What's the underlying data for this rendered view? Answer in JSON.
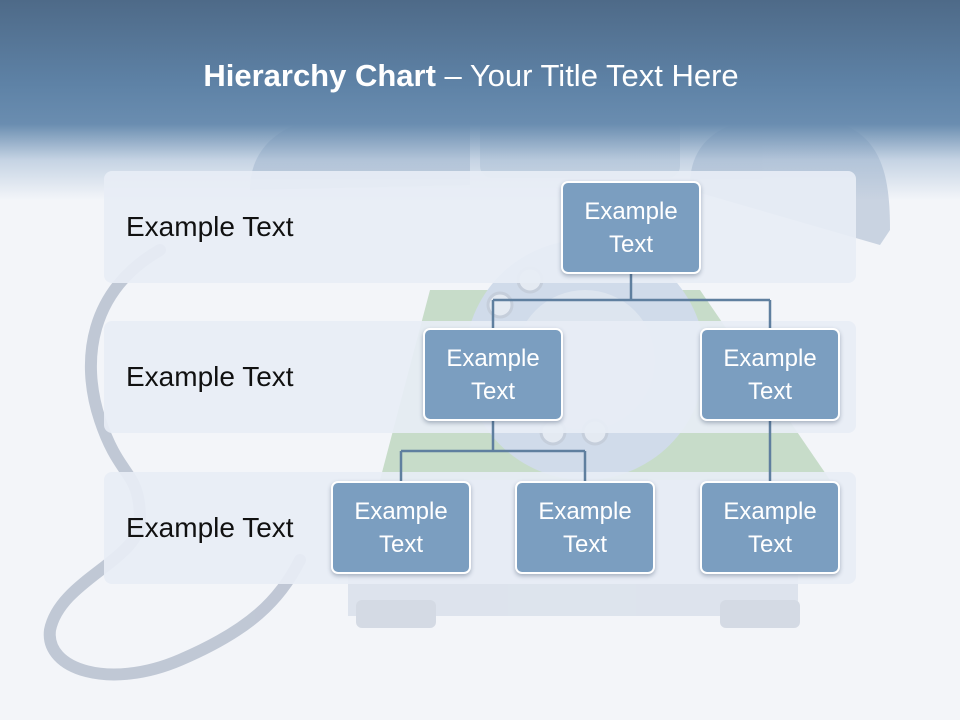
{
  "slide": {
    "title_bold": "Hierarchy Chart",
    "title_rest": " – Your Title Text Here"
  },
  "levels": [
    {
      "label": "Example Text"
    },
    {
      "label": "Example Text"
    },
    {
      "label": "Example Text"
    }
  ],
  "nodes": {
    "root": "Example Text",
    "level2_left": "Example Text",
    "level2_right": "Example Text",
    "level3_left": "Example Text",
    "level3_middle": "Example Text",
    "level3_right": "Example Text"
  },
  "colors": {
    "title_band": "#5e82a6",
    "node_fill": "#7b9ec0",
    "node_border": "#ffffff",
    "connector": "#5f7f9f",
    "level_band": "#e7edf5"
  }
}
